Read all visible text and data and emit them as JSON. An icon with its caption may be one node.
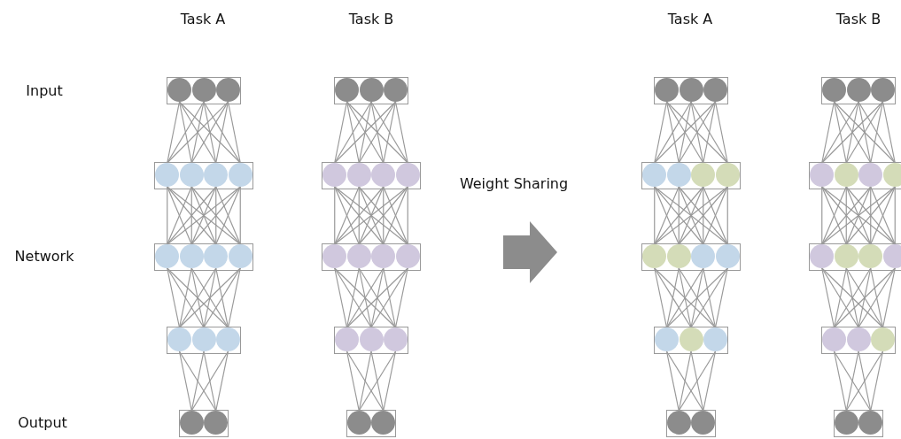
{
  "diagram": {
    "nodes": [
      {
        "text": [],
        "shape": "box"
      },
      {
        "text": [],
        "shape": "circle",
        "in": 0
      },
      {
        "text": [],
        "shape": "circle",
        "in": 0
      },
      {
        "text": [],
        "shape": "circle",
        "in": 0
      },
      {
        "text": [],
        "shape": "box"
      },
      {
        "text": [],
        "shape": "circle",
        "in": 4
      },
      {
        "text": [],
        "shape": "circle",
        "in": 4
      },
      {
        "text": [],
        "shape": "circle",
        "in": 4
      },
      {
        "text": [],
        "shape": "circle",
        "in": 4
      },
      {
        "text": [],
        "shape": "box"
      },
      {
        "text": [],
        "shape": "circle",
        "in": 9
      },
      {
        "text": [],
        "shape": "circle",
        "in": 9
      },
      {
        "text": [],
        "shape": "circle",
        "in": 9
      },
      {
        "text": [],
        "shape": "circle",
        "in": 9
      },
      {
        "text": [],
        "shape": "box"
      },
      {
        "text": [],
        "shape": "circle",
        "in": 14
      },
      {
        "text": [],
        "shape": "circle",
        "in": 14
      },
      {
        "text": [],
        "shape": "circle",
        "in": 14
      },
      {
        "text": [],
        "shape": "box"
      },
      {
        "text": [],
        "shape": "circle",
        "in": 18
      },
      {
        "text": [],
        "shape": "circle",
        "in": 18
      },
      {
        "text": [],
        "shape": "box"
      },
      {
        "text": [],
        "shape": "circle",
        "in": 21
      },
      {
        "text": [],
        "shape": "circle",
        "in": 21
      },
      {
        "text": [],
        "shape": "circle",
        "in": 21
      },
      {
        "text": [],
        "shape": "box"
      },
      {
        "text": [],
        "shape": "circle",
        "in": 25
      },
      {
        "text": [],
        "shape": "circle",
        "in": 25
      },
      {
        "text": [],
        "shape": "circle",
        "in": 25
      },
      {
        "text": [],
        "shape": "circle",
        "in": 25
      },
      {
        "text": [],
        "shape": "box"
      },
      {
        "text": [],
        "shape": "circle",
        "in": 30
      },
      {
        "text": [],
        "shape": "circle",
        "in": 30
      },
      {
        "text": [],
        "shape": "circle",
        "in": 30
      },
      {
        "text": [],
        "shape": "circle",
        "in": 30
      },
      {
        "text": [],
        "shape": "box"
      },
      {
        "text": [],
        "shape": "circle",
        "in": 35
      },
      {
        "text": [],
        "shape": "circle",
        "in": 35
      },
      {
        "text": [],
        "shape": "circle",
        "in": 35
      },
      {
        "text": [],
        "shape": "box"
      },
      {
        "text": [],
        "shape": "circle",
        "in": 39
      },
      {
        "text": [],
        "shape": "circle",
        "in": 39
      },
      {
        "text": [],
        "shape": "box"
      },
      {
        "text": [],
        "shape": "circle",
        "in": 42
      },
      {
        "text": [],
        "shape": "circle",
        "in": 42
      },
      {
        "text": [],
        "shape": "circle",
        "in": 42
      },
      {
        "text": [],
        "shape": "box"
      },
      {
        "text": [],
        "shape": "circle",
        "in": 46
      },
      {
        "text": [],
        "shape": "circle",
        "in": 46
      },
      {
        "text": [],
        "shape": "circle",
        "in": 46
      },
      {
        "text": [],
        "shape": "circle",
        "in": 46
      },
      {
        "text": [],
        "shape": "box"
      },
      {
        "text": [],
        "shape": "circle",
        "in": 51
      },
      {
        "text": [],
        "shape": "circle",
        "in": 51
      },
      {
        "text": [],
        "shape": "circle",
        "in": 51
      },
      {
        "text": [],
        "shape": "circle",
        "in": 51
      },
      {
        "text": [],
        "shape": "box"
      },
      {
        "text": [],
        "shape": "circle",
        "in": 56
      },
      {
        "text": [],
        "shape": "circle",
        "in": 56
      },
      {
        "text": [],
        "shape": "circle",
        "in": 56
      },
      {
        "text": [],
        "shape": "box"
      },
      {
        "text": [],
        "shape": "circle",
        "in": 60
      },
      {
        "text": [],
        "shape": "circle",
        "in": 60
      },
      {
        "text": [],
        "shape": "box"
      },
      {
        "text": [],
        "shape": "circle",
        "in": 63
      },
      {
        "text": [],
        "shape": "circle",
        "in": 63
      },
      {
        "text": [],
        "shape": "circle",
        "in": 63
      },
      {
        "text": [],
        "shape": "box"
      },
      {
        "text": [],
        "shape": "circle",
        "in": 67
      },
      {
        "text": [],
        "shape": "circle",
        "in": 67
      },
      {
        "text": [],
        "shape": "circle",
        "in": 67
      },
      {
        "text": [],
        "shape": "circle",
        "in": 67
      },
      {
        "text": [],
        "shape": "box"
      },
      {
        "text": [],
        "shape": "circle",
        "in": 72
      },
      {
        "text": [],
        "shape": "circle",
        "in": 72
      },
      {
        "text": [],
        "shape": "circle",
        "in": 72
      },
      {
        "text": [],
        "shape": "circle",
        "in": 72
      },
      {
        "text": [],
        "shape": "box"
      },
      {
        "text": [],
        "shape": "circle",
        "in": 77
      },
      {
        "text": [],
        "shape": "circle",
        "in": 77
      },
      {
        "text": [],
        "shape": "circle",
        "in": 77
      },
      {
        "text": [],
        "shape": "box"
      },
      {
        "text": [],
        "shape": "circle",
        "in": 81
      },
      {
        "text": [],
        "shape": "circle",
        "in": 81
      }
    ],
    "edges": [
      {
        "from": 1,
        "to": 5,
        "arrow": "none"
      },
      {
        "from": 1,
        "to": 6,
        "arrow": "none"
      },
      {
        "from": 1,
        "to": 7,
        "arrow": "none"
      },
      {
        "from": 1,
        "to": 8,
        "arrow": "none"
      },
      {
        "from": 2,
        "to": 5,
        "arrow": "none"
      },
      {
        "from": 2,
        "to": 6,
        "arrow": "none"
      },
      {
        "from": 2,
        "to": 7,
        "arrow": "none"
      },
      {
        "from": 2,
        "to": 8,
        "arrow": "none"
      },
      {
        "from": 3,
        "to": 5,
        "arrow": "none"
      },
      {
        "from": 3,
        "to": 6,
        "arrow": "none"
      },
      {
        "from": 3,
        "to": 7,
        "arrow": "none"
      },
      {
        "from": 3,
        "to": 8,
        "arrow": "none"
      },
      {
        "from": 5,
        "to": 10,
        "arrow": "none"
      },
      {
        "from": 5,
        "to": 11,
        "arrow": "none"
      },
      {
        "from": 5,
        "to": 12,
        "arrow": "none"
      },
      {
        "from": 5,
        "to": 13,
        "arrow": "none"
      },
      {
        "from": 6,
        "to": 10,
        "arrow": "none"
      },
      {
        "from": 6,
        "to": 11,
        "arrow": "none"
      },
      {
        "from": 6,
        "to": 12,
        "arrow": "none"
      },
      {
        "from": 6,
        "to": 13,
        "arrow": "none"
      },
      {
        "from": 7,
        "to": 10,
        "arrow": "none"
      },
      {
        "from": 7,
        "to": 11,
        "arrow": "none"
      },
      {
        "from": 7,
        "to": 12,
        "arrow": "none"
      },
      {
        "from": 7,
        "to": 13,
        "arrow": "none"
      },
      {
        "from": 8,
        "to": 10,
        "arrow": "none"
      },
      {
        "from": 8,
        "to": 11,
        "arrow": "none"
      },
      {
        "from": 8,
        "to": 12,
        "arrow": "none"
      },
      {
        "from": 8,
        "to": 13,
        "arrow": "none"
      },
      {
        "from": 10,
        "to": 15,
        "arrow": "none"
      },
      {
        "from": 10,
        "to": 16,
        "arrow": "none"
      },
      {
        "from": 10,
        "to": 17,
        "arrow": "none"
      },
      {
        "from": 11,
        "to": 15,
        "arrow": "none"
      },
      {
        "from": 11,
        "to": 16,
        "arrow": "none"
      },
      {
        "from": 11,
        "to": 17,
        "arrow": "none"
      },
      {
        "from": 12,
        "to": 15,
        "arrow": "none"
      },
      {
        "from": 12,
        "to": 16,
        "arrow": "none"
      },
      {
        "from": 12,
        "to": 17,
        "arrow": "none"
      },
      {
        "from": 13,
        "to": 15,
        "arrow": "none"
      },
      {
        "from": 13,
        "to": 16,
        "arrow": "none"
      },
      {
        "from": 13,
        "to": 17,
        "arrow": "none"
      },
      {
        "from": 15,
        "to": 19,
        "arrow": "none"
      },
      {
        "from": 15,
        "to": 20,
        "arrow": "none"
      },
      {
        "from": 16,
        "to": 19,
        "arrow": "none"
      },
      {
        "from": 16,
        "to": 20,
        "arrow": "none"
      },
      {
        "from": 17,
        "to": 19,
        "arrow": "none"
      },
      {
        "from": 17,
        "to": 20,
        "arrow": "none"
      },
      {
        "from": 22,
        "to": 26,
        "arrow": "none"
      },
      {
        "from": 22,
        "to": 27,
        "arrow": "none"
      },
      {
        "from": 22,
        "to": 28,
        "arrow": "none"
      },
      {
        "from": 22,
        "to": 29,
        "arrow": "none"
      },
      {
        "from": 23,
        "to": 26,
        "arrow": "none"
      },
      {
        "from": 23,
        "to": 27,
        "arrow": "none"
      },
      {
        "from": 23,
        "to": 28,
        "arrow": "none"
      },
      {
        "from": 23,
        "to": 29,
        "arrow": "none"
      },
      {
        "from": 24,
        "to": 26,
        "arrow": "none"
      },
      {
        "from": 24,
        "to": 27,
        "arrow": "none"
      },
      {
        "from": 24,
        "to": 28,
        "arrow": "none"
      },
      {
        "from": 24,
        "to": 29,
        "arrow": "none"
      },
      {
        "from": 26,
        "to": 31,
        "arrow": "none"
      },
      {
        "from": 26,
        "to": 32,
        "arrow": "none"
      },
      {
        "from": 26,
        "to": 33,
        "arrow": "none"
      },
      {
        "from": 26,
        "to": 34,
        "arrow": "none"
      },
      {
        "from": 27,
        "to": 31,
        "arrow": "none"
      },
      {
        "from": 27,
        "to": 32,
        "arrow": "none"
      },
      {
        "from": 27,
        "to": 33,
        "arrow": "none"
      },
      {
        "from": 27,
        "to": 34,
        "arrow": "none"
      },
      {
        "from": 28,
        "to": 31,
        "arrow": "none"
      },
      {
        "from": 28,
        "to": 32,
        "arrow": "none"
      },
      {
        "from": 28,
        "to": 33,
        "arrow": "none"
      },
      {
        "from": 28,
        "to": 34,
        "arrow": "none"
      },
      {
        "from": 29,
        "to": 31,
        "arrow": "none"
      },
      {
        "from": 29,
        "to": 32,
        "arrow": "none"
      },
      {
        "from": 29,
        "to": 33,
        "arrow": "none"
      },
      {
        "from": 29,
        "to": 34,
        "arrow": "none"
      },
      {
        "from": 31,
        "to": 36,
        "arrow": "none"
      },
      {
        "from": 31,
        "to": 37,
        "arrow": "none"
      },
      {
        "from": 31,
        "to": 38,
        "arrow": "none"
      },
      {
        "from": 32,
        "to": 36,
        "arrow": "none"
      },
      {
        "from": 32,
        "to": 37,
        "arrow": "none"
      },
      {
        "from": 32,
        "to": 38,
        "arrow": "none"
      },
      {
        "from": 33,
        "to": 36,
        "arrow": "none"
      },
      {
        "from": 33,
        "to": 37,
        "arrow": "none"
      },
      {
        "from": 33,
        "to": 38,
        "arrow": "none"
      },
      {
        "from": 34,
        "to": 36,
        "arrow": "none"
      },
      {
        "from": 34,
        "to": 37,
        "arrow": "none"
      },
      {
        "from": 34,
        "to": 38,
        "arrow": "none"
      },
      {
        "from": 36,
        "to": 40,
        "arrow": "none"
      },
      {
        "from": 36,
        "to": 41,
        "arrow": "none"
      },
      {
        "from": 37,
        "to": 40,
        "arrow": "none"
      },
      {
        "from": 37,
        "to": 41,
        "arrow": "none"
      },
      {
        "from": 38,
        "to": 40,
        "arrow": "none"
      },
      {
        "from": 38,
        "to": 41,
        "arrow": "none"
      },
      {
        "from": 43,
        "to": 47,
        "arrow": "none"
      },
      {
        "from": 43,
        "to": 48,
        "arrow": "none"
      },
      {
        "from": 43,
        "to": 49,
        "arrow": "none"
      },
      {
        "from": 43,
        "to": 50,
        "arrow": "none"
      },
      {
        "from": 44,
        "to": 47,
        "arrow": "none"
      },
      {
        "from": 44,
        "to": 48,
        "arrow": "none"
      },
      {
        "from": 44,
        "to": 49,
        "arrow": "none"
      },
      {
        "from": 44,
        "to": 50,
        "arrow": "none"
      },
      {
        "from": 45,
        "to": 47,
        "arrow": "none"
      },
      {
        "from": 45,
        "to": 48,
        "arrow": "none"
      },
      {
        "from": 45,
        "to": 49,
        "arrow": "none"
      },
      {
        "from": 45,
        "to": 50,
        "arrow": "none"
      },
      {
        "from": 47,
        "to": 52,
        "arrow": "none"
      },
      {
        "from": 47,
        "to": 53,
        "arrow": "none"
      },
      {
        "from": 47,
        "to": 54,
        "arrow": "none"
      },
      {
        "from": 47,
        "to": 55,
        "arrow": "none"
      },
      {
        "from": 48,
        "to": 52,
        "arrow": "none"
      },
      {
        "from": 48,
        "to": 53,
        "arrow": "none"
      },
      {
        "from": 48,
        "to": 54,
        "arrow": "none"
      },
      {
        "from": 48,
        "to": 55,
        "arrow": "none"
      },
      {
        "from": 49,
        "to": 52,
        "arrow": "none"
      },
      {
        "from": 49,
        "to": 53,
        "arrow": "none"
      },
      {
        "from": 49,
        "to": 54,
        "arrow": "none"
      },
      {
        "from": 49,
        "to": 55,
        "arrow": "none"
      },
      {
        "from": 50,
        "to": 52,
        "arrow": "none"
      },
      {
        "from": 50,
        "to": 53,
        "arrow": "none"
      },
      {
        "from": 50,
        "to": 54,
        "arrow": "none"
      },
      {
        "from": 50,
        "to": 55,
        "arrow": "none"
      },
      {
        "from": 52,
        "to": 57,
        "arrow": "none"
      },
      {
        "from": 52,
        "to": 58,
        "arrow": "none"
      },
      {
        "from": 52,
        "to": 59,
        "arrow": "none"
      },
      {
        "from": 53,
        "to": 57,
        "arrow": "none"
      },
      {
        "from": 53,
        "to": 58,
        "arrow": "none"
      },
      {
        "from": 53,
        "to": 59,
        "arrow": "none"
      },
      {
        "from": 54,
        "to": 57,
        "arrow": "none"
      },
      {
        "from": 54,
        "to": 58,
        "arrow": "none"
      },
      {
        "from": 54,
        "to": 59,
        "arrow": "none"
      },
      {
        "from": 55,
        "to": 57,
        "arrow": "none"
      },
      {
        "from": 55,
        "to": 58,
        "arrow": "none"
      },
      {
        "from": 55,
        "to": 59,
        "arrow": "none"
      },
      {
        "from": 57,
        "to": 61,
        "arrow": "none"
      },
      {
        "from": 57,
        "to": 62,
        "arrow": "none"
      },
      {
        "from": 58,
        "to": 61,
        "arrow": "none"
      },
      {
        "from": 58,
        "to": 62,
        "arrow": "none"
      },
      {
        "from": 59,
        "to": 61,
        "arrow": "none"
      },
      {
        "from": 59,
        "to": 62,
        "arrow": "none"
      },
      {
        "from": 64,
        "to": 68,
        "arrow": "none"
      },
      {
        "from": 64,
        "to": 69,
        "arrow": "none"
      },
      {
        "from": 64,
        "to": 70,
        "arrow": "none"
      },
      {
        "from": 64,
        "to": 71,
        "arrow": "none"
      },
      {
        "from": 65,
        "to": 68,
        "arrow": "none"
      },
      {
        "from": 65,
        "to": 69,
        "arrow": "none"
      },
      {
        "from": 65,
        "to": 70,
        "arrow": "none"
      },
      {
        "from": 65,
        "to": 71,
        "arrow": "none"
      },
      {
        "from": 66,
        "to": 68,
        "arrow": "none"
      },
      {
        "from": 66,
        "to": 69,
        "arrow": "none"
      },
      {
        "from": 66,
        "to": 70,
        "arrow": "none"
      },
      {
        "from": 66,
        "to": 71,
        "arrow": "none"
      },
      {
        "from": 68,
        "to": 73,
        "arrow": "none"
      },
      {
        "from": 68,
        "to": 74,
        "arrow": "none"
      },
      {
        "from": 68,
        "to": 75,
        "arrow": "none"
      },
      {
        "from": 68,
        "to": 76,
        "arrow": "none"
      },
      {
        "from": 69,
        "to": 73,
        "arrow": "none"
      },
      {
        "from": 69,
        "to": 74,
        "arrow": "none"
      },
      {
        "from": 69,
        "to": 75,
        "arrow": "none"
      },
      {
        "from": 69,
        "to": 76,
        "arrow": "none"
      },
      {
        "from": 70,
        "to": 73,
        "arrow": "none"
      },
      {
        "from": 70,
        "to": 74,
        "arrow": "none"
      },
      {
        "from": 70,
        "to": 75,
        "arrow": "none"
      },
      {
        "from": 70,
        "to": 76,
        "arrow": "none"
      },
      {
        "from": 71,
        "to": 73,
        "arrow": "none"
      },
      {
        "from": 71,
        "to": 74,
        "arrow": "none"
      },
      {
        "from": 71,
        "to": 75,
        "arrow": "none"
      },
      {
        "from": 71,
        "to": 76,
        "arrow": "none"
      },
      {
        "from": 73,
        "to": 78,
        "arrow": "none"
      },
      {
        "from": 73,
        "to": 79,
        "arrow": "none"
      },
      {
        "from": 73,
        "to": 80,
        "arrow": "none"
      },
      {
        "from": 74,
        "to": 78,
        "arrow": "none"
      },
      {
        "from": 74,
        "to": 79,
        "arrow": "none"
      },
      {
        "from": 74,
        "to": 80,
        "arrow": "none"
      },
      {
        "from": 75,
        "to": 78,
        "arrow": "none"
      },
      {
        "from": 75,
        "to": 79,
        "arrow": "none"
      },
      {
        "from": 75,
        "to": 80,
        "arrow": "none"
      },
      {
        "from": 76,
        "to": 78,
        "arrow": "none"
      },
      {
        "from": 76,
        "to": 79,
        "arrow": "none"
      },
      {
        "from": 76,
        "to": 80,
        "arrow": "none"
      },
      {
        "from": 78,
        "to": 82,
        "arrow": "none"
      },
      {
        "from": 78,
        "to": 83,
        "arrow": "none"
      },
      {
        "from": 79,
        "to": 82,
        "arrow": "none"
      },
      {
        "from": 79,
        "to": 83,
        "arrow": "none"
      },
      {
        "from": 80,
        "to": 82,
        "arrow": "none"
      },
      {
        "from": 80,
        "to": 83,
        "arrow": "none"
      }
    ],
    "labels": [
      "Task A",
      "Task B",
      "Task A",
      "Task B",
      "Input",
      "Weight Sharing",
      "Network",
      "Output"
    ]
  }
}
